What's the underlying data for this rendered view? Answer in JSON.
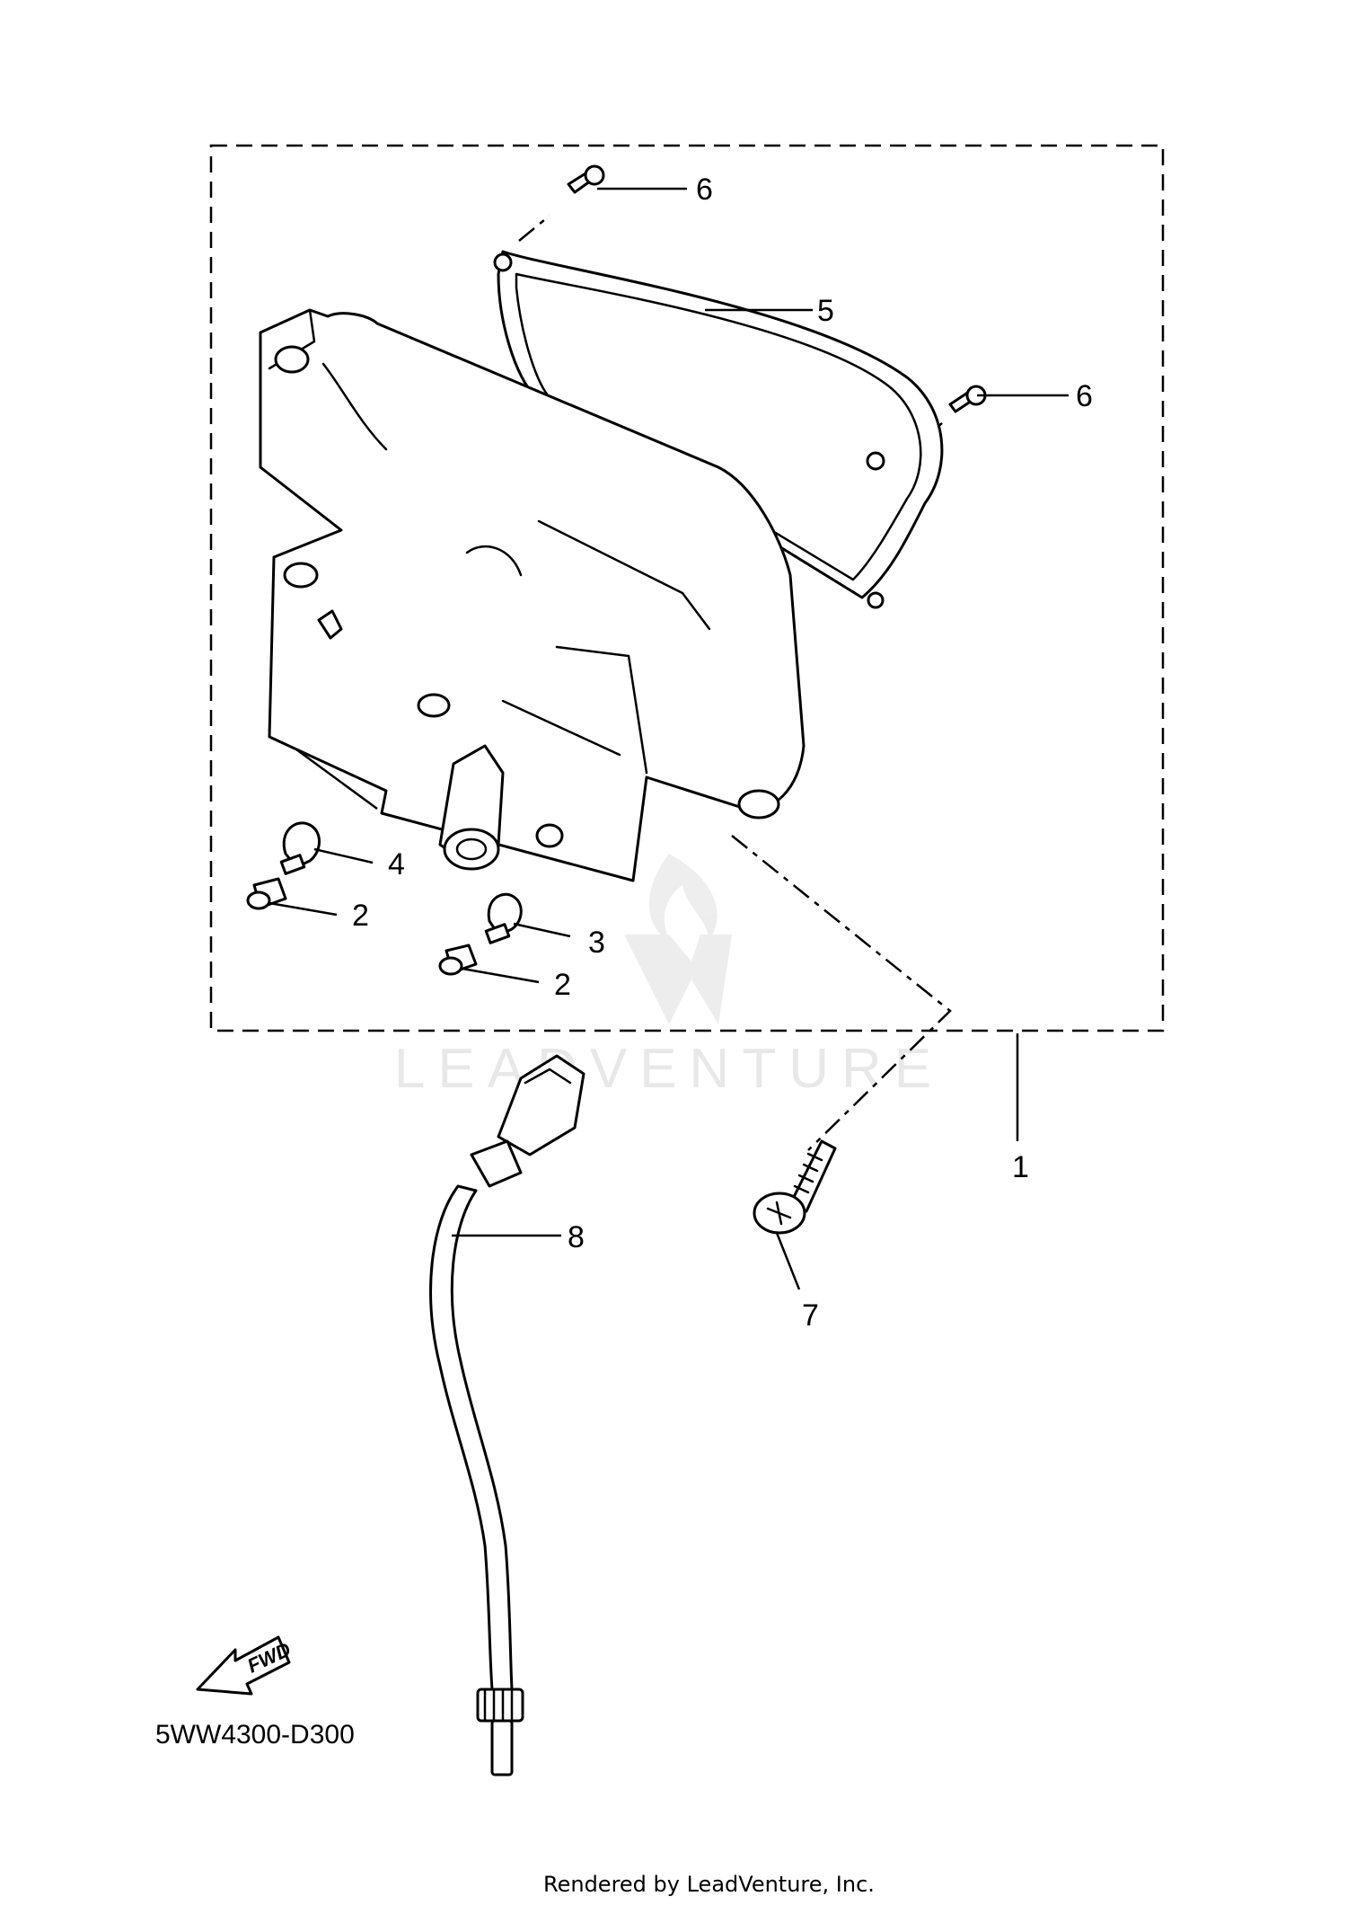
{
  "diagram": {
    "code": "5WW4300-D300",
    "direction_label": "FWD",
    "watermark": "LEADVENTURE",
    "footer": "Rendered by LeadVenture, Inc.",
    "callouts": [
      {
        "id": "c1",
        "label": "1"
      },
      {
        "id": "c2a",
        "label": "2"
      },
      {
        "id": "c2b",
        "label": "2"
      },
      {
        "id": "c3",
        "label": "3"
      },
      {
        "id": "c4",
        "label": "4"
      },
      {
        "id": "c5",
        "label": "5"
      },
      {
        "id": "c6a",
        "label": "6"
      },
      {
        "id": "c6b",
        "label": "6"
      },
      {
        "id": "c7",
        "label": "7"
      },
      {
        "id": "c8",
        "label": "8"
      }
    ]
  }
}
